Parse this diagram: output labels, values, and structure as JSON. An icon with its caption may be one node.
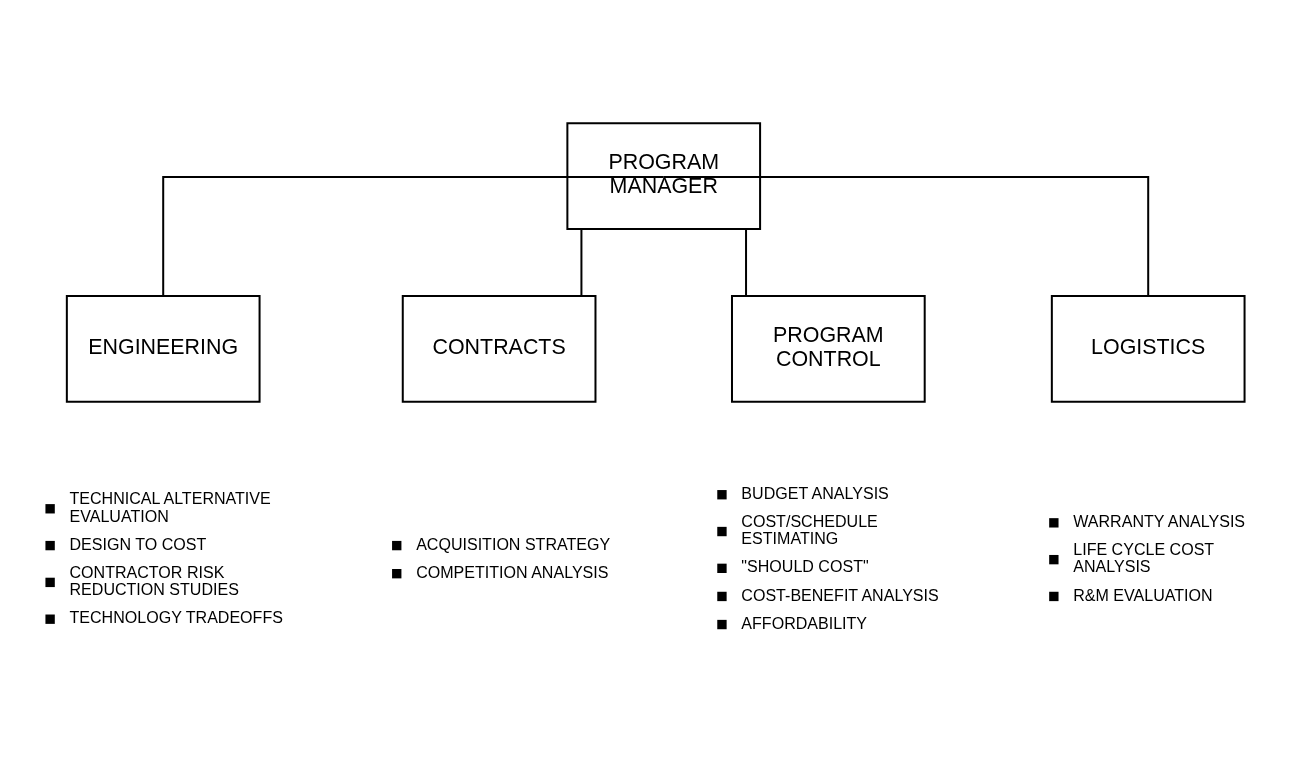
{
  "diagram": {
    "nodes": [
      {
        "text": [
          "PROGRAM MANAGER"
        ]
      },
      {
        "text": [
          "ENGINEERING"
        ],
        "beside": [
          "TECHNICAL ALTERNATIVE EVALUATION",
          "DESIGN TO COST",
          "CONTRACTOR RISK REDUCTION STUDIES",
          "TECHNOLOGY TRADEOFFS"
        ]
      },
      {
        "text": [
          "CONTRACTS"
        ],
        "beside": [
          "ACQUISITION STRATEGY",
          "COMPETITION ANALYSIS"
        ]
      },
      {
        "text": [
          "PROGRAM CONTROL"
        ],
        "beside": [
          "BUDGET ANALYSIS",
          "COST/SCHEDULE ESTIMATING",
          "\"SHOULD COST\"",
          "COST-BENEFIT ANALYSIS",
          "AFFORDABILITY"
        ]
      },
      {
        "text": [
          "LOGISTICS"
        ],
        "beside": [
          "WARRANTY ANALYSIS",
          "LIFE CYCLE COST ANALYSIS",
          "R&M EVALUATION"
        ]
      }
    ],
    "edges": [
      {
        "from": 0,
        "to": 1,
        "arrow": "none"
      },
      {
        "from": 0,
        "to": 2,
        "arrow": "none"
      },
      {
        "from": 0,
        "to": 3,
        "arrow": "none"
      },
      {
        "from": 0,
        "to": 4,
        "arrow": "none"
      }
    ]
  }
}
